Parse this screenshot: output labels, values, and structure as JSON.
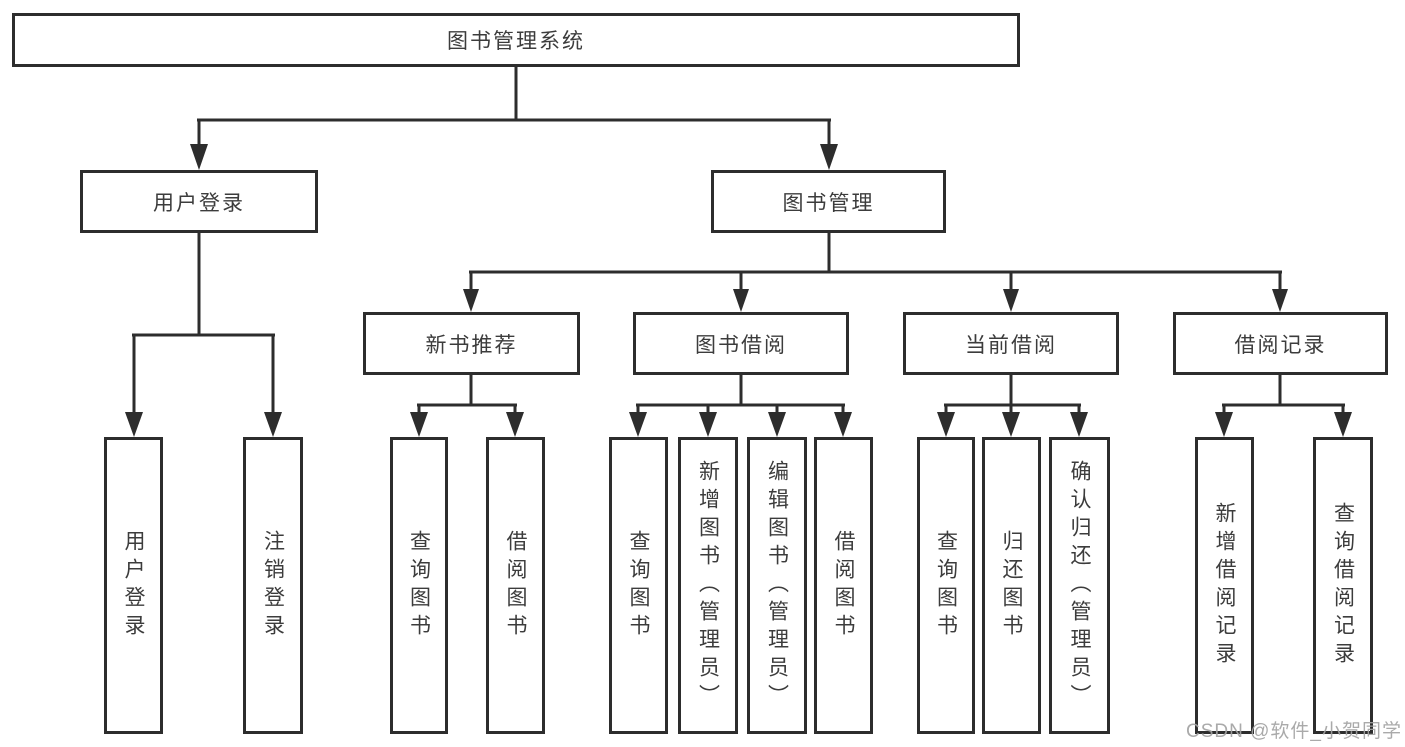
{
  "diagram_title": "图书管理系统",
  "colors": {
    "stroke": "#2d2d2d",
    "text": "#3c3c3c",
    "background": "#ffffff",
    "watermark_text": "#a3a3a3"
  },
  "nodes": {
    "root": "图书管理系统",
    "user_login": "用户登录",
    "book_mgmt": "图书管理",
    "new_book_rec": "新书推荐",
    "book_borrow": "图书借阅",
    "current_borrow": "当前借阅",
    "borrow_record": "借阅记录",
    "leaf_user_login": "用户登录",
    "leaf_logout": "注销登录",
    "leaf_query_book_newrec": "查询图书",
    "leaf_borrow_book_newrec": "借阅图书",
    "leaf_query_book_borrow": "查询图书",
    "leaf_add_book_admin": "新增图书（管理员）",
    "leaf_edit_book_admin": "编辑图书（管理员）",
    "leaf_borrow_book_borrow": "借阅图书",
    "leaf_query_book_current": "查询图书",
    "leaf_return_book": "归还图书",
    "leaf_confirm_return_admin": "确认归还（管理员）",
    "leaf_add_borrow_record": "新增借阅记录",
    "leaf_query_borrow_record": "查询借阅记录"
  },
  "hierarchy": {
    "label": "图书管理系统",
    "children": [
      {
        "label": "用户登录",
        "children": [
          {
            "label": "用户登录"
          },
          {
            "label": "注销登录"
          }
        ]
      },
      {
        "label": "图书管理",
        "children": [
          {
            "label": "新书推荐",
            "children": [
              {
                "label": "查询图书"
              },
              {
                "label": "借阅图书"
              }
            ]
          },
          {
            "label": "图书借阅",
            "children": [
              {
                "label": "查询图书"
              },
              {
                "label": "新增图书（管理员）"
              },
              {
                "label": "编辑图书（管理员）"
              },
              {
                "label": "借阅图书"
              }
            ]
          },
          {
            "label": "当前借阅",
            "children": [
              {
                "label": "查询图书"
              },
              {
                "label": "归还图书"
              },
              {
                "label": "确认归还（管理员）"
              }
            ]
          },
          {
            "label": "借阅记录",
            "children": [
              {
                "label": "新增借阅记录"
              },
              {
                "label": "查询借阅记录"
              }
            ]
          }
        ]
      }
    ]
  },
  "watermark": "CSDN @软件_小贺同学"
}
